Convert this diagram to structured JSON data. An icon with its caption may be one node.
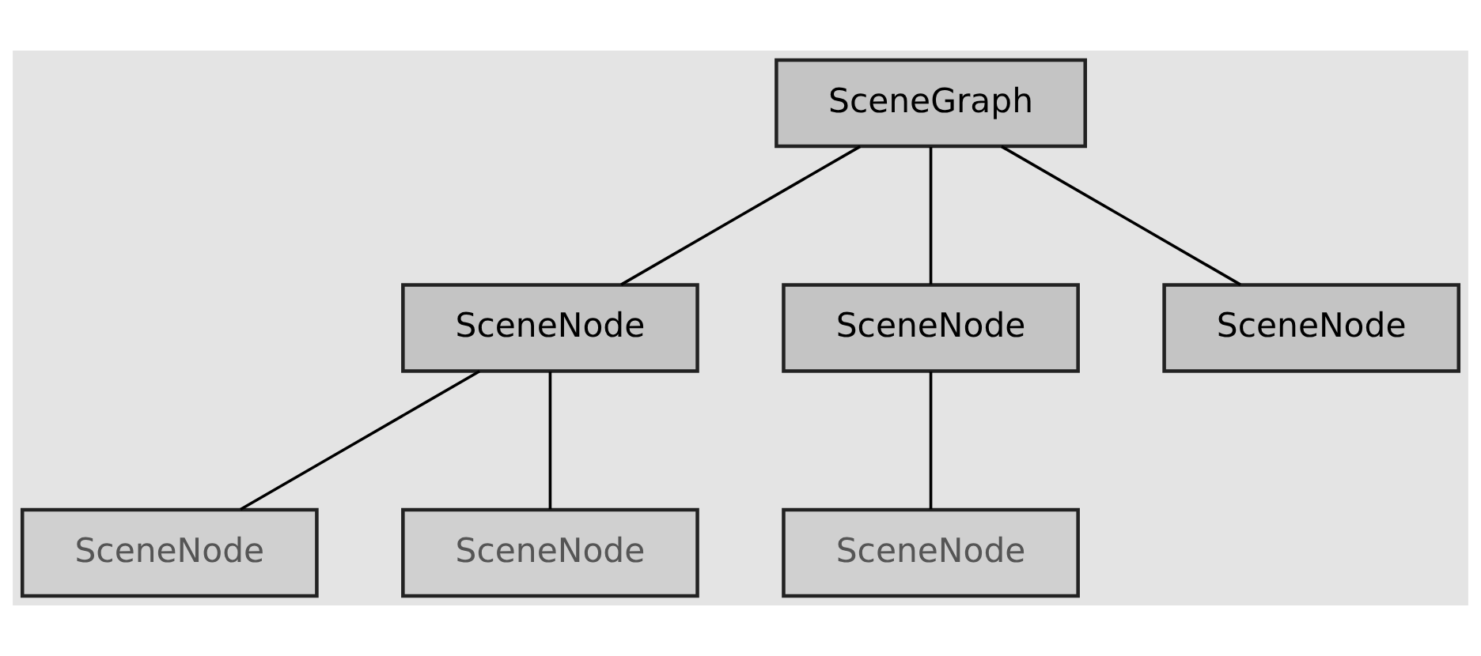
{
  "diagram": {
    "nodes": [
      {
        "text": [
          "SceneGraph"
        ]
      },
      {
        "text": [
          "SceneNode"
        ]
      },
      {
        "text": [
          "SceneNode"
        ]
      },
      {
        "text": [
          "SceneNode"
        ]
      },
      {
        "text": [
          "SceneNode"
        ]
      },
      {
        "text": [
          "SceneNode"
        ]
      },
      {
        "text": [
          "SceneNode"
        ]
      }
    ],
    "edges": [
      {
        "from": 0,
        "to": 1,
        "arrow": "none"
      },
      {
        "from": 0,
        "to": 2,
        "arrow": "none"
      },
      {
        "from": 0,
        "to": 3,
        "arrow": "none"
      },
      {
        "from": 1,
        "to": 4,
        "arrow": "none"
      },
      {
        "from": 1,
        "to": 5,
        "arrow": "none"
      },
      {
        "from": 2,
        "to": 6,
        "arrow": "none"
      }
    ]
  }
}
